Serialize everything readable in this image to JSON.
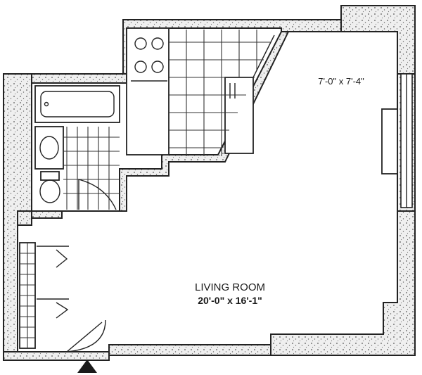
{
  "rooms": {
    "upper": {
      "dimensions": "7'-0\" x 7'-4\""
    },
    "living": {
      "name": "LIVING ROOM",
      "dimensions": "20'-0\" x 16'-1\""
    }
  },
  "colors": {
    "ink": "#222222",
    "wall_fill": "#e4e4e4",
    "paper": "#ffffff"
  },
  "icons": {
    "entry": "entry-arrow-icon"
  }
}
